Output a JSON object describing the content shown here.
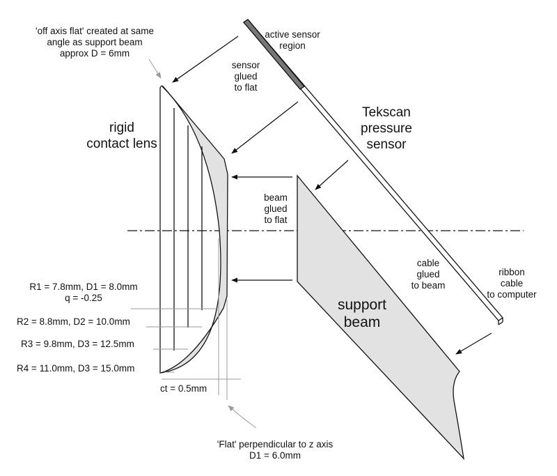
{
  "labels": {
    "off_axis_flat": [
      "'off axis flat' created at same",
      "angle as support beam",
      "approx D = 6mm"
    ],
    "active_sensor_region": [
      "active sensor",
      "region"
    ],
    "sensor_glued": [
      "sensor",
      "glued",
      "to flat"
    ],
    "rigid_lens": [
      "rigid",
      "contact lens"
    ],
    "tekscan": [
      "Tekscan",
      "pressure",
      "sensor"
    ],
    "beam_glued": [
      "beam",
      "glued",
      "to flat"
    ],
    "cable_glued": [
      "cable",
      "glued",
      "to beam"
    ],
    "ribbon_cable": [
      "ribbon",
      "cable",
      "to computer"
    ],
    "support_beam": [
      "support",
      "beam"
    ],
    "r1": [
      "R1 = 7.8mm, D1 = 8.0mm",
      "q = -0.25"
    ],
    "r2": "R2 = 8.8mm, D2 = 10.0mm",
    "r3": "R3 = 9.8mm, D3 = 12.5mm",
    "r4": "R4 = 11.0mm, D3 = 15.0mm",
    "ct": "ct = 0.5mm",
    "flat_perp": [
      "'Flat' perpendicular to z axis",
      "D1 = 6.0mm"
    ]
  },
  "colors": {
    "fill": "#e2e2e2",
    "stroke": "#111111",
    "leader": "#9a9a9a",
    "sensor_active": "#777777"
  }
}
